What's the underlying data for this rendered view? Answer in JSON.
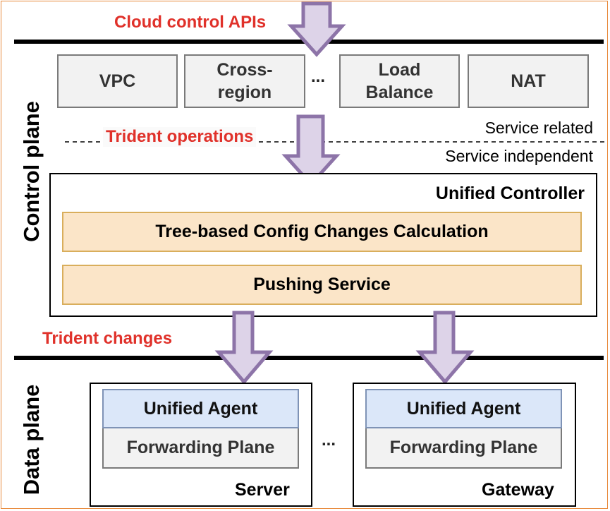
{
  "diagram": {
    "labels": {
      "cloud_control_apis": "Cloud control APIs",
      "trident_operations": "Trident operations",
      "trident_changes": "Trident changes",
      "service_related": "Service related",
      "service_independent": "Service independent",
      "control_plane": "Control plane",
      "data_plane": "Data plane"
    },
    "services": [
      {
        "label": "VPC"
      },
      {
        "label": "Cross-\nregion"
      },
      {
        "label": "Load\nBalance"
      },
      {
        "label": "NAT"
      }
    ],
    "services_ellipsis": "...",
    "controller": {
      "title": "Unified Controller",
      "modules": [
        {
          "label": "Tree-based Config Changes Calculation"
        },
        {
          "label": "Pushing Service"
        }
      ]
    },
    "nodes": [
      {
        "name": "Server",
        "agent": "Unified Agent",
        "forwarding": "Forwarding Plane"
      },
      {
        "name": "Gateway",
        "agent": "Unified Agent",
        "forwarding": "Forwarding Plane"
      }
    ],
    "nodes_ellipsis": "...",
    "colors": {
      "label_red": "#e0312a",
      "arrow_fill": "#ddd3e8",
      "arrow_stroke": "#8d74a8",
      "module_fill": "#fbe5c8",
      "agent_fill": "#dbe7f9",
      "frame": "#e8893a"
    }
  }
}
